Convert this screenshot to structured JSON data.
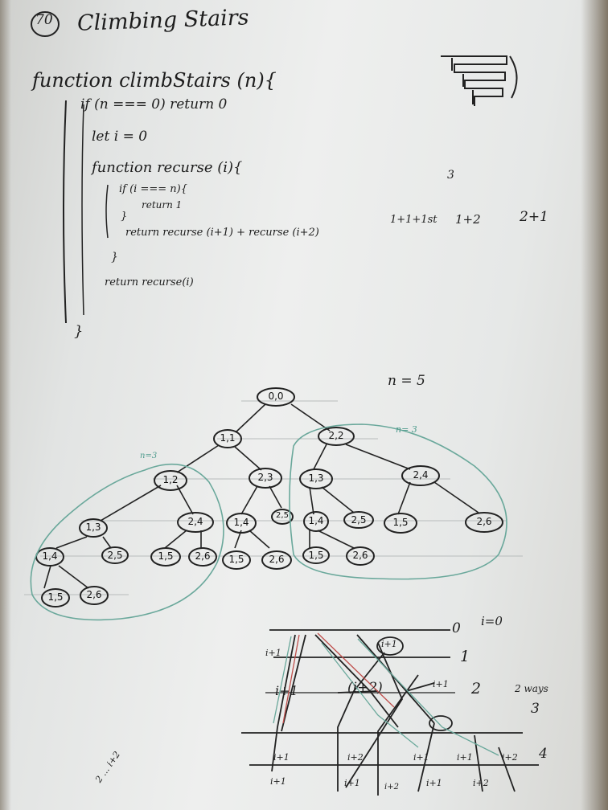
{
  "title": {
    "number": "70",
    "text": "Climbing Stairs"
  },
  "code": {
    "l1": "function climbStairs (n){",
    "l2": "if (n === 0)   return 0",
    "l3": "let i = 0",
    "l4": "function recurse (i){",
    "l5": "if (i === n){",
    "l6": "return 1",
    "l7": "}",
    "l8": "return recurse (i+1) + recurse (i+2)",
    "l9": "}",
    "l10": "return recurse(i)",
    "l11": "}"
  },
  "side_notes": {
    "three": "3",
    "combo_a": "1+1+1st",
    "combo_b": "1+2",
    "combo_c": "2+1"
  },
  "tree": {
    "n_label": "n = 5",
    "group_right": "n= 3",
    "group_left": "n=3",
    "nodes": [
      "0,0",
      "1,1",
      "2,2",
      "1,2",
      "2,3",
      "1,3",
      "2,4",
      "1,3",
      "2,4",
      "1,4",
      "2,5",
      "1,4",
      "2,5",
      "1,5",
      "2,6",
      "1,4",
      "2,5",
      "1,5",
      "2,6",
      "1,5",
      "2,6",
      "1,5",
      "2,6",
      "1,5",
      "2,6"
    ]
  },
  "stairs": {
    "top_label": "i=0",
    "levels": [
      "0",
      "1",
      "2",
      "3",
      "4"
    ],
    "ways": "2 ways",
    "labels": [
      "i+1",
      "i+1",
      "(i+2)",
      "i+1",
      "i+1",
      "i+1",
      "i+2",
      "i+1",
      "i+1",
      "i+2",
      "i+1",
      "i+1",
      "i+2",
      "i+1",
      "i+2"
    ]
  },
  "corner_note": "2 ... i+2"
}
